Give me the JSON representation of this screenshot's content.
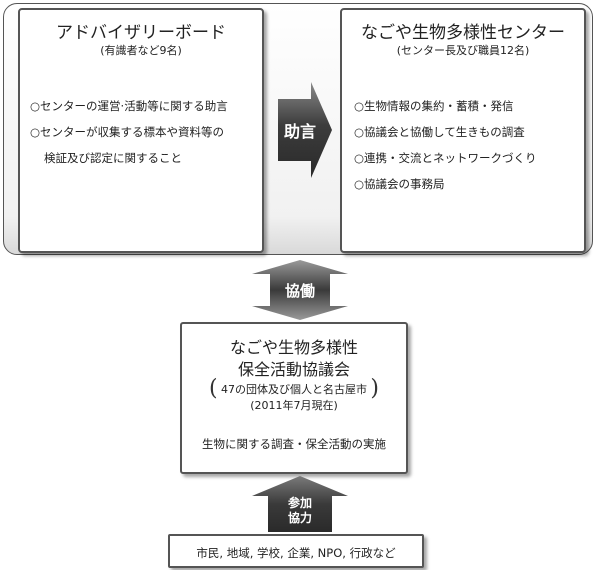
{
  "advisory_board": {
    "title": "アドバイザリーボード",
    "subtitle": "(有識者など9名)",
    "items": [
      "○センターの運営·活動等に関する助言",
      "○センターが収集する標本や資料等の",
      "検証及び認定に関すること"
    ]
  },
  "center": {
    "title": "なごや生物多様性センター",
    "subtitle": "(センター長及び職員12名)",
    "items": [
      "○生物情報の集約・蓄積・発信",
      "○協議会と協働して生きもの調査",
      "○連携・交流とネットワークづくり",
      "○協議会の事務局"
    ]
  },
  "arrows": {
    "advice": "助言",
    "collaboration": "協働",
    "participation_line1": "参加",
    "participation_line2": "協力"
  },
  "council": {
    "title_line1": "なごや生物多様性",
    "title_line2": "保全活動協議会",
    "members_line1": "47の団体及び個人と名古屋市",
    "members_line2": "(2011年7月現在)",
    "activity": "生物に関する調査・保全活動の実施"
  },
  "citizens": {
    "label": "市民, 地域, 学校, 企業, NPO, 行政など"
  }
}
